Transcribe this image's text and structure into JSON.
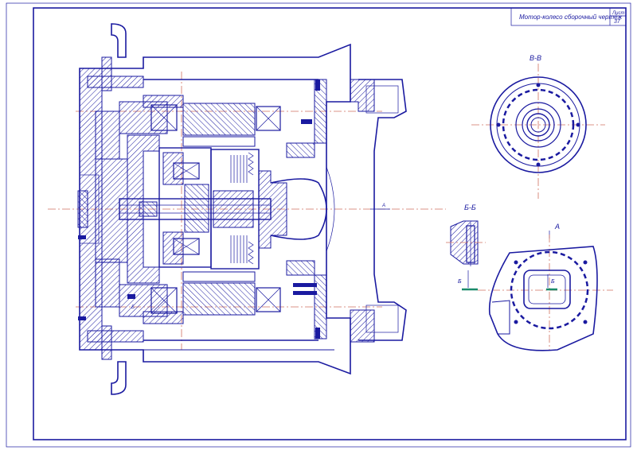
{
  "title_block": {
    "title": "Мотор-колесо сборочный чертёж",
    "sheet_label": "Лист",
    "sheet_number": "37"
  },
  "views": {
    "section_vv": "В-В",
    "section_bb": "Б-Б",
    "view_a": "А",
    "mark_b_left": "Б",
    "mark_b_right": "Б",
    "mark_a_arrow": "А",
    "mark_b_small": "Б"
  },
  "colors": {
    "line": "#1a1aa0",
    "axis": "#d07060",
    "section_mark": "#1a8a6a"
  }
}
